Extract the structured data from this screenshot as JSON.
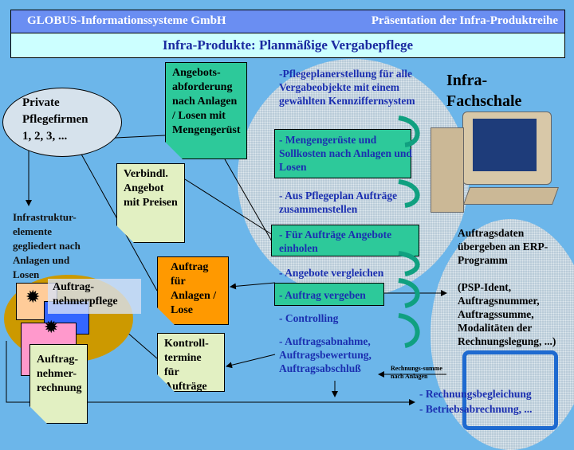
{
  "header": {
    "company": "GLOBUS-Informationssysteme GmbH",
    "presentation": "Präsentation der Infra-Produktreihe",
    "title": "Infra-Produkte: Planmäßige Vergabepflege"
  },
  "private": {
    "line1": "Private",
    "line2": "Pflegefirmen",
    "line3": "1, 2, 3, ..."
  },
  "angebots": "Angebots-abforderung nach Anlagen / Losen mit Mengengerüst",
  "verbindl": "Verbindl. Angebot mit Preisen",
  "infra_elemente": "Infrastruktur-elemente gegliedert nach Anlagen und Losen",
  "auftragnehmerpflege": "Auftrag-nehmerpflege",
  "auftragnehmerrechnung": "Auftrag-nehmer-rechnung",
  "auftrag_anlagen": "Auftrag für Anlagen / Lose",
  "kontrolltermine": "Kontroll-termine für Aufträge",
  "fachschale": {
    "line1": "Infra-",
    "line2": "Fachschale"
  },
  "steps": [
    "-Pflegeplanerstellung für alle Vergabeobjekte mit einem gewählten Kennziffernsystem",
    "- Mengengerüste und Sollkosten nach Anlagen und Losen",
    "- Aus Pflegeplan Aufträge zusammenstellen",
    "- Für Aufträge Angebote einholen",
    "- Angebote vergleichen",
    "- Auftrag vergeben",
    "- Controlling",
    "- Auftragsabnahme, Auftragsbewertung, Auftragsabschluß"
  ],
  "erp": {
    "intro": "Auftragsdaten übergeben an ERP-Programm",
    "details": "(PSP-Ident, Auftragsnummer, Auftragssumme, Modalitäten der Rechnungslegung, ...)"
  },
  "rechnungssumme": "Rechnungs-summe nach Anlagen",
  "erp_steps": [
    "- Rechnungsbegleichung",
    "- Betriebsabrechnung, ..."
  ],
  "colors": {
    "background": "#6cb6ea",
    "header": "#6a8ef2",
    "subheader": "#ccffff",
    "green": "#2dc99a",
    "orange": "#ff9900",
    "note": "#e2f0c2",
    "gold": "#cc9900"
  }
}
